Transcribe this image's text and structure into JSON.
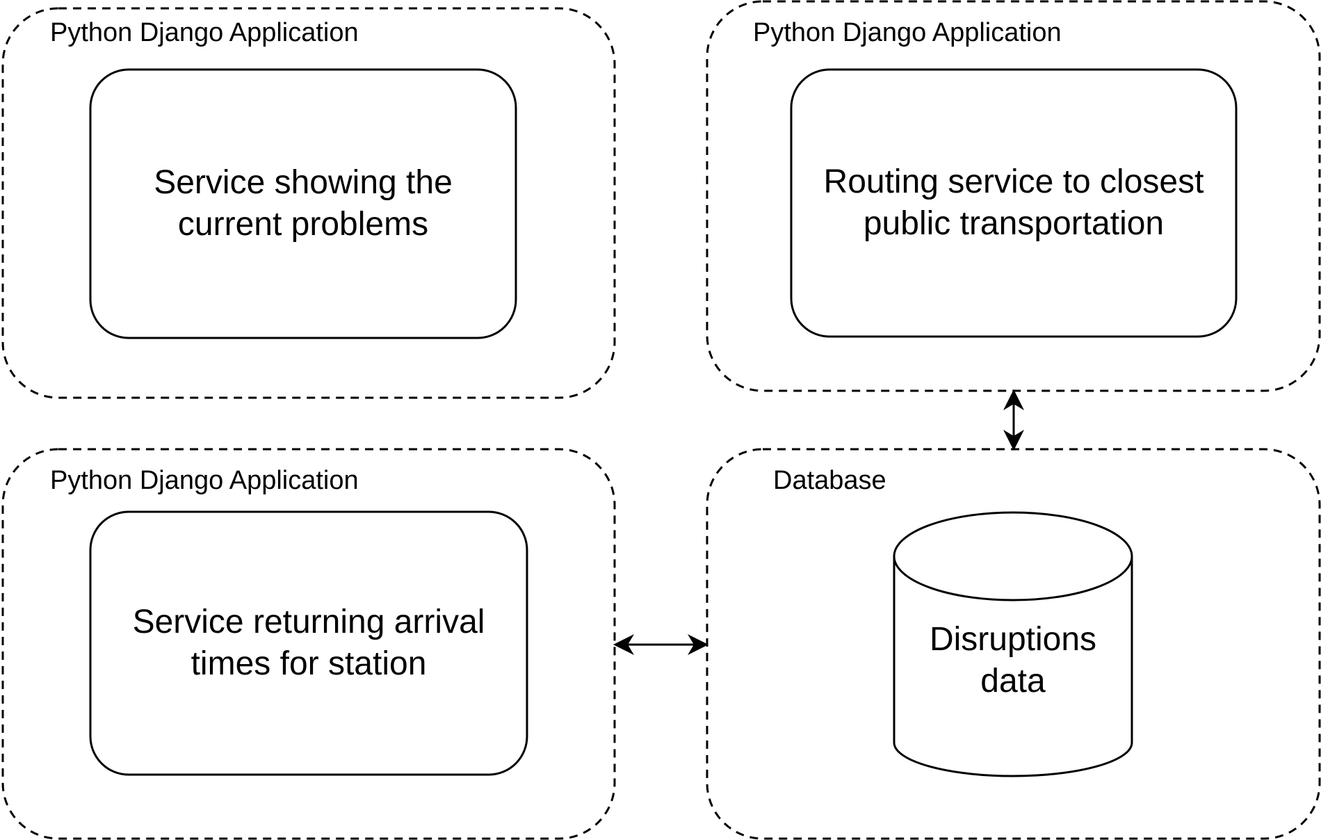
{
  "containers": [
    {
      "label": "Python Django Application"
    },
    {
      "label": "Python Django Application"
    },
    {
      "label": "Python Django Application"
    },
    {
      "label": "Database"
    }
  ],
  "nodes": [
    {
      "text": "Service showing the current problems",
      "shape": "rounded-rectangle"
    },
    {
      "text": "Routing service to closest public transportation",
      "shape": "rounded-rectangle"
    },
    {
      "text": "Service returning arrival times for station",
      "shape": "rounded-rectangle"
    },
    {
      "text": "Disruptions data",
      "shape": "cylinder"
    }
  ],
  "connections": [
    {
      "from": "Routing service to closest public transportation",
      "to": "Database",
      "direction": "bidirectional"
    },
    {
      "from": "Service returning arrival times for station",
      "to": "Database",
      "direction": "bidirectional"
    }
  ],
  "colors": {
    "stroke": "#000000",
    "background": "#ffffff"
  }
}
